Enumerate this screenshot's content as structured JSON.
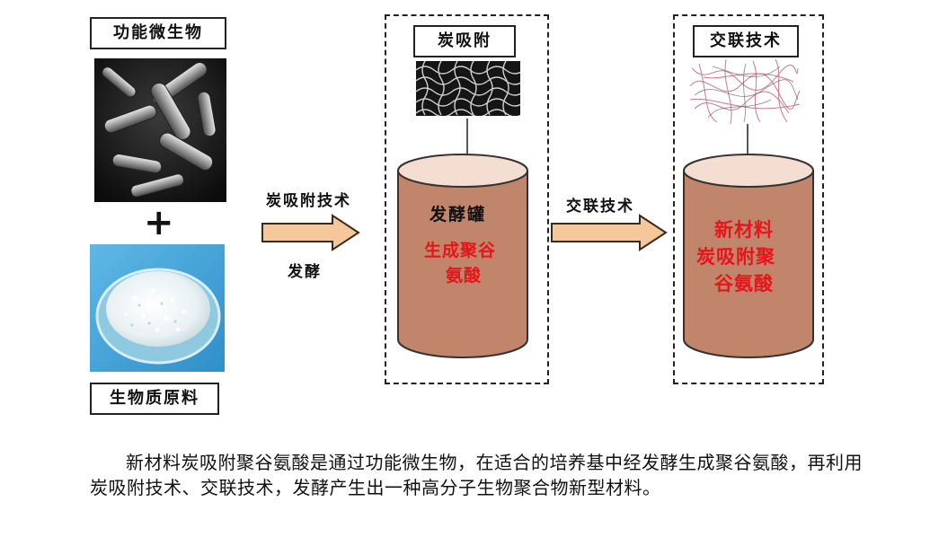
{
  "microbe": {
    "label": "功能微生物"
  },
  "plus": {
    "symbol": "+"
  },
  "material": {
    "label": "生物质原料"
  },
  "arrow1": {
    "top_label": "炭吸附技术",
    "bottom_label": "发酵"
  },
  "tank1": {
    "frame_label": "炭吸附",
    "title": "发酵罐",
    "lines": [
      "生成聚谷",
      "氨酸"
    ]
  },
  "arrow2": {
    "top_label": "交联技术"
  },
  "tank2": {
    "frame_label": "交联技术",
    "lines": [
      "新材料",
      "炭吸附聚",
      "谷氨酸"
    ]
  },
  "description": {
    "text": "新材料炭吸附聚谷氨酸是通过功能微生物，在适合的培养基中经发酵生成聚谷氨酸，再利用炭吸附技术、交联技术，发酵产生出一种高分子生物聚合物新型材料。"
  },
  "colors": {
    "tank_fill": "#c0856a",
    "tank_top": "#f4ded2",
    "arrow_fill": "#f7c79c",
    "accent_red": "#e8141b"
  }
}
